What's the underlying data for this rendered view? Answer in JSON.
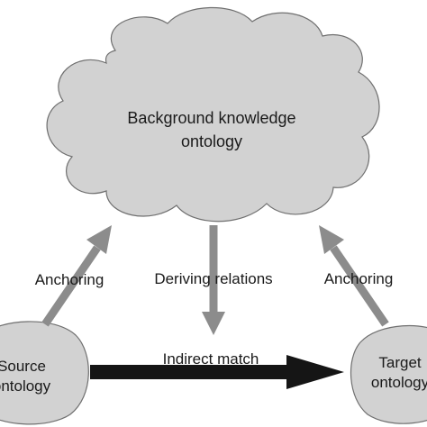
{
  "cloud": {
    "line1": "Background knowledge",
    "line2": "ontology"
  },
  "source": {
    "line1": "Source",
    "line2": "ontology"
  },
  "target": {
    "line1": "Target",
    "line2": "ontology"
  },
  "edges": {
    "anchoring_left": "Anchoring",
    "deriving": "Deriving relations",
    "anchoring_right": "Anchoring",
    "indirect": "Indirect match"
  },
  "colors": {
    "fill": "#d2d2d2",
    "stroke": "#6f6f6f",
    "arrow_gray": "#8c8c8c",
    "arrow_black": "#151515"
  }
}
